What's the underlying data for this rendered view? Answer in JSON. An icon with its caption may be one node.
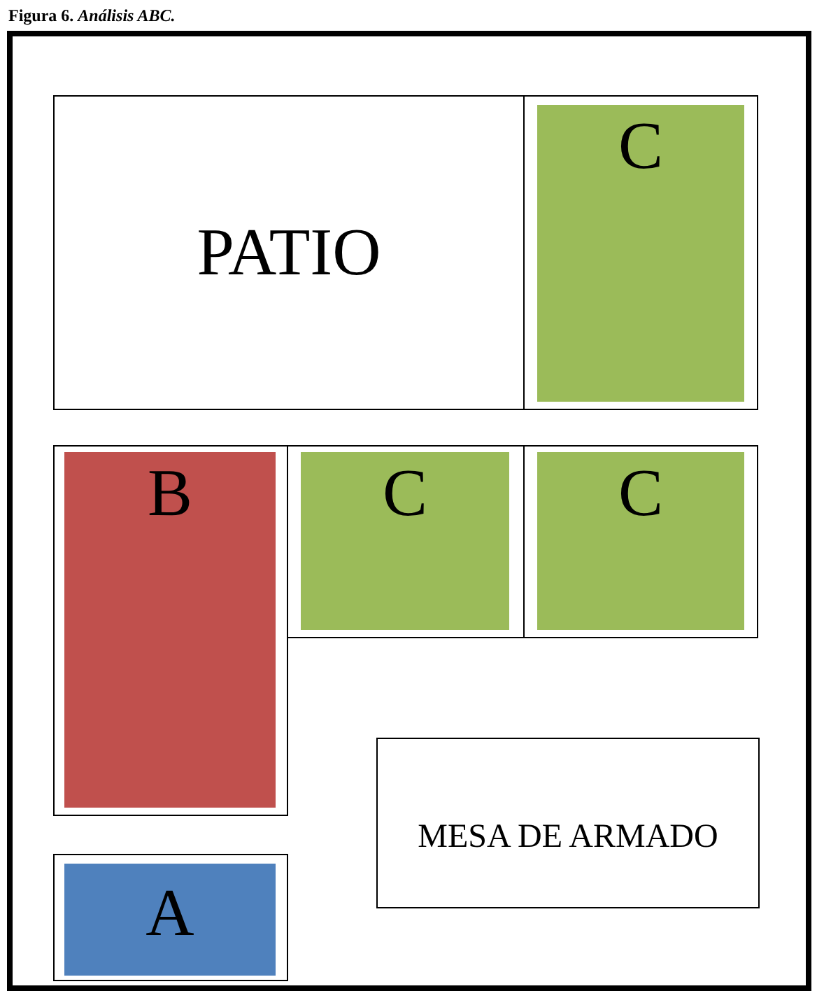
{
  "diagram": {
    "title": "Figura 6. *Análisis ABC.*",
    "nodes": [
      {
        "text": [],
        "shape": "box"
      },
      {
        "text": [
          "PATIO"
        ],
        "in": 0
      },
      {
        "text": [],
        "shape": "box",
        "in": 0
      },
      {
        "text": [
          "C"
        ],
        "in": 2
      },
      {
        "text": [],
        "shape": "box",
        "in": 0
      },
      {
        "text": [
          "B"
        ],
        "in": 4
      },
      {
        "text": [],
        "shape": "box",
        "in": 0
      },
      {
        "text": [
          "C"
        ],
        "in": 6
      },
      {
        "text": [],
        "shape": "box",
        "in": 0
      },
      {
        "text": [
          "C"
        ],
        "in": 8
      },
      {
        "text": [
          "MESA DE ARMADO"
        ],
        "in": 0
      },
      {
        "text": [],
        "shape": "box",
        "in": 0
      },
      {
        "text": [
          "A"
        ],
        "in": 11
      }
    ]
  }
}
